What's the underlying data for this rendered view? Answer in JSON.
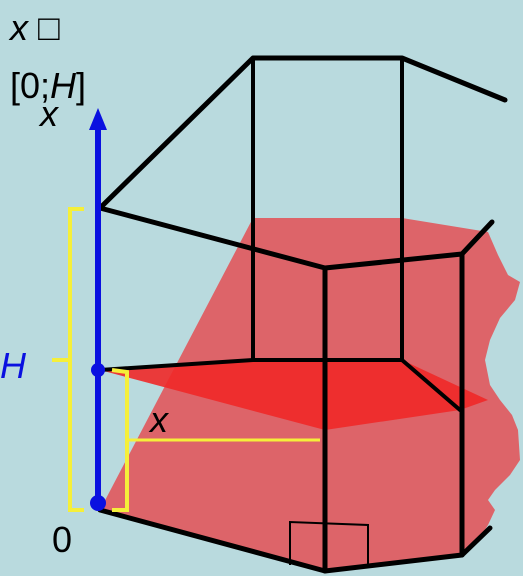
{
  "labels": {
    "top_var": "x",
    "top_glyph": "□",
    "interval_open": "[0;",
    "interval_var": "H",
    "interval_close": "]",
    "axis_var": "x",
    "height_var": "H",
    "section_var": "x",
    "origin": "0"
  },
  "colors": {
    "background": "#b9dade",
    "edges": "#000000",
    "axis": "#0a10e0",
    "brace": "#f5ef3a",
    "fill_solid": "#e05a5e",
    "section_fill": "#f02828"
  }
}
